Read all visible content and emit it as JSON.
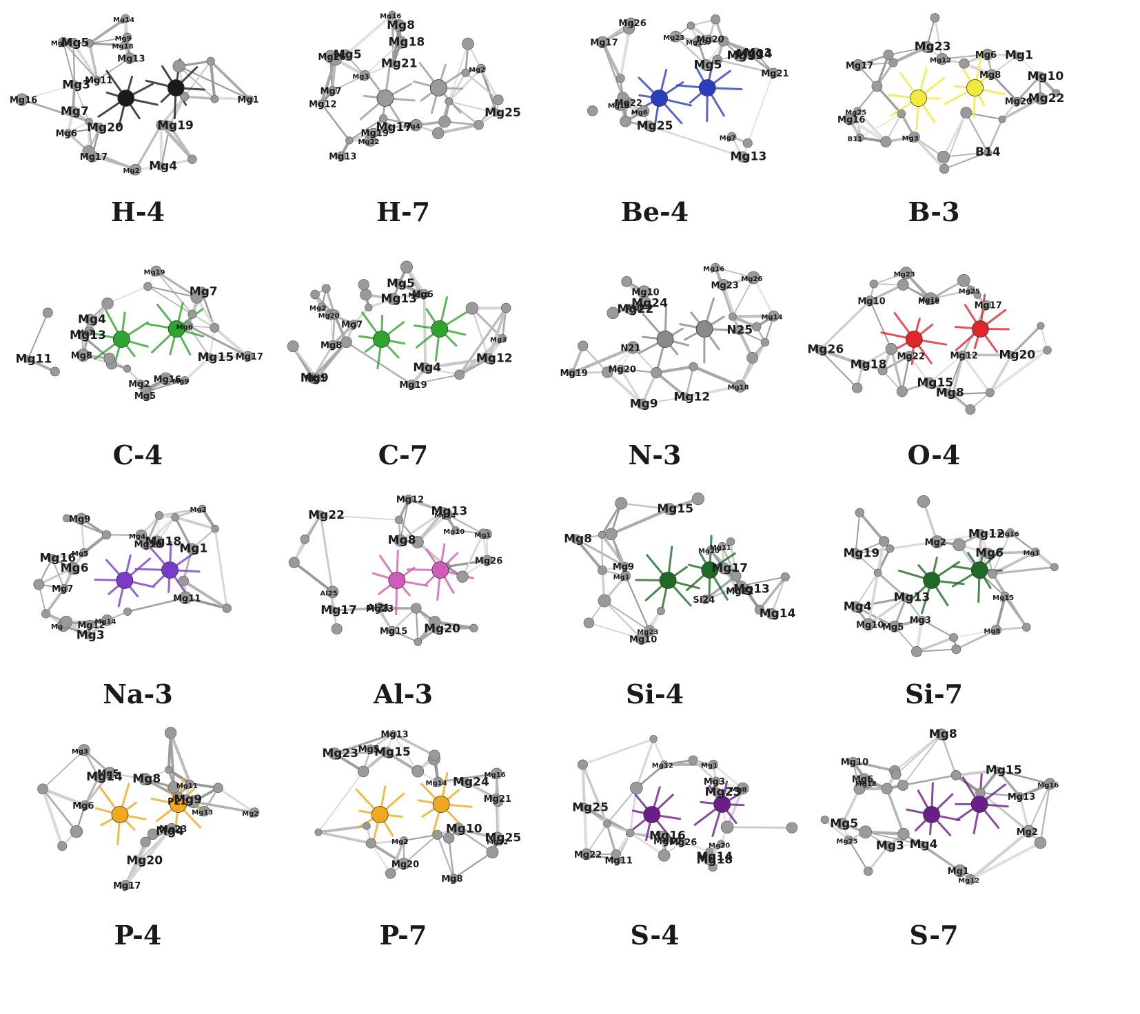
{
  "panels": [
    {
      "id": "H-4",
      "caption": "H-4",
      "dopant": "H",
      "dopant_color": "#1a1a1a",
      "labels": [
        "Mg4",
        "Mg6",
        "Mg2",
        "Mg7",
        "Mg16",
        "Mg18",
        "Mg5",
        "Mg1",
        "Mg14",
        "Mg19",
        "Mg17",
        "Mg15",
        "Mg20",
        "Mg13",
        "Mg9",
        "Mg3",
        "Mg11"
      ]
    },
    {
      "id": "H-7",
      "caption": "H-7",
      "dopant": "H",
      "dopant_color": "#9a9a9a",
      "labels": [
        "Mg25",
        "Mg26",
        "Mg22",
        "Mg17",
        "Mg12",
        "Mg16",
        "Mg18",
        "Mg19",
        "Mg3",
        "Mg8",
        "Mg7",
        "Mg4",
        "Mg5",
        "Mg13",
        "Mg2",
        "Mg21"
      ]
    },
    {
      "id": "Be-4",
      "caption": "Be-4",
      "dopant": "Be",
      "dopant_color": "#2a3fbf",
      "labels": [
        "Mg9",
        "Mg20",
        "Mg6",
        "Mg13",
        "Mg22",
        "Mg23",
        "Mg5",
        "Mg17",
        "Mg18",
        "Mg25",
        "Mg26",
        "Mg19",
        "Mg14",
        "Mg21",
        "Mg7",
        "Mg3"
      ]
    },
    {
      "id": "B-3",
      "caption": "B-3",
      "dopant": "B",
      "dopant_color": "#f2ea3a",
      "labels": [
        "Mg23",
        "Mg20",
        "Mg25",
        "Mg22",
        "Mg16",
        "Mg12",
        "Mg10",
        "Mg8",
        "Mg3",
        "Mg1",
        "Mg6",
        "B11",
        "B14",
        "Mg17"
      ]
    },
    {
      "id": "C-4",
      "caption": "C-4",
      "dopant": "C",
      "dopant_color": "#2fa52f",
      "labels": [
        "Mg4",
        "Mg2",
        "Mg1",
        "Mg7",
        "Mg8",
        "Mg19",
        "Mg15",
        "Mg5",
        "Mg9",
        "Mg13",
        "Mg17",
        "Mg6",
        "Mg11",
        "Mg16"
      ]
    },
    {
      "id": "C-7",
      "caption": "C-7",
      "dopant": "C",
      "dopant_color": "#2fa52f",
      "labels": [
        "Mg9",
        "Mg8",
        "Mg2",
        "Mg5",
        "Mg1",
        "Mg10",
        "Mg4",
        "Mg7",
        "Mg3",
        "Mg12",
        "Mg19",
        "Mg20",
        "Mg13",
        "Mg6"
      ]
    },
    {
      "id": "N-3",
      "caption": "N-3",
      "dopant": "N",
      "dopant_color": "#8a8a8a",
      "labels": [
        "Mg12",
        "Mg10",
        "Mg8",
        "Mg22",
        "Mg20",
        "Mg16",
        "Mg9",
        "Mg23",
        "Mg26",
        "Mg24",
        "Mg19",
        "Mg18",
        "N25",
        "N21",
        "Mg14"
      ]
    },
    {
      "id": "O-4",
      "caption": "O-4",
      "dopant": "O",
      "dopant_color": "#e0262a",
      "labels": [
        "Mg20",
        "Mg17",
        "Mg23",
        "Mg26",
        "Mg22",
        "Mg25",
        "Mg18",
        "Mg12",
        "Mg16",
        "Mg8",
        "Mg10",
        "Mg19",
        "Mg15"
      ]
    },
    {
      "id": "Na-3",
      "caption": "Na-3",
      "dopant": "Na",
      "dopant_color": "#7a3cc8",
      "labels": [
        "Mg1",
        "Mg11",
        "Mg4",
        "Mg3",
        "Mg12",
        "Mg2",
        "Mg6",
        "Mg7",
        "Mg5",
        "Mg18",
        "Mg10",
        "Mg14",
        "Mg16",
        "Mg9",
        "Mg"
      ]
    },
    {
      "id": "Al-3",
      "caption": "Al-3",
      "dopant": "Al",
      "dopant_color": "#d05cb8",
      "labels": [
        "Mg8",
        "Al21",
        "Mg24",
        "Mg20",
        "Mg23",
        "Mg10",
        "Mg22",
        "Mg12",
        "Al25",
        "Mg17",
        "Mg26",
        "Mg1",
        "Mg13",
        "Mg15"
      ]
    },
    {
      "id": "Si-4",
      "caption": "Si-4",
      "dopant": "Si",
      "dopant_color": "#1e6a24",
      "labels": [
        "Mg8",
        "Mg9",
        "Mg11",
        "Mg13",
        "Mg10",
        "Mg20",
        "Mg15",
        "Mg22",
        "Mg23",
        "Mg17",
        "Si24",
        "Mg1",
        "Mg14"
      ]
    },
    {
      "id": "Si-7",
      "caption": "Si-7",
      "dopant": "Si",
      "dopant_color": "#1e6a24",
      "labels": [
        "Mg4",
        "Mg2",
        "Mg1",
        "Mg6",
        "Mg3",
        "Mg16",
        "Mg12",
        "Mg10",
        "Mg8",
        "Mg19",
        "Mg5",
        "Mg15",
        "Mg13"
      ]
    },
    {
      "id": "P-4",
      "caption": "P-4",
      "dopant": "P",
      "dopant_color": "#f0a81c",
      "labels": [
        "Mg20",
        "P21",
        "Mg13",
        "Mg8",
        "Mg17",
        "Mg11",
        "Mg9",
        "Mg5",
        "Mg2",
        "Mg4",
        "Mg6",
        "Mg3",
        "Mg14",
        "Mg23"
      ]
    },
    {
      "id": "P-7",
      "caption": "P-7",
      "dopant": "P",
      "dopant_color": "#f0a81c",
      "labels": [
        "Mg10",
        "Mg8",
        "Mg22",
        "Mg23",
        "Mg20",
        "Mg16",
        "Mg25",
        "Mg21",
        "Mg14",
        "Mg15",
        "Mg5",
        "Mg2",
        "Mg24",
        "Mg13"
      ]
    },
    {
      "id": "S-4",
      "caption": "S-4",
      "dopant": "S",
      "dopant_color": "#6a1e8a",
      "labels": [
        "Mg23",
        "Mg22",
        "Mg20",
        "Mg25",
        "Mg26",
        "Mg8",
        "Mg14",
        "Mg10",
        "Mg12",
        "Mg16",
        "Mg3",
        "Mg1",
        "Mg18",
        "Mg11"
      ]
    },
    {
      "id": "S-7",
      "caption": "S-7",
      "dopant": "S",
      "dopant_color": "#6a1e8a",
      "labels": [
        "Mg8",
        "Mg10",
        "Mg12",
        "Mg3",
        "Mg1",
        "Mg16",
        "Mg4",
        "Mg6",
        "Mg18",
        "Mg15",
        "Mg2",
        "Mg25",
        "Mg5",
        "Mg13"
      ]
    }
  ]
}
